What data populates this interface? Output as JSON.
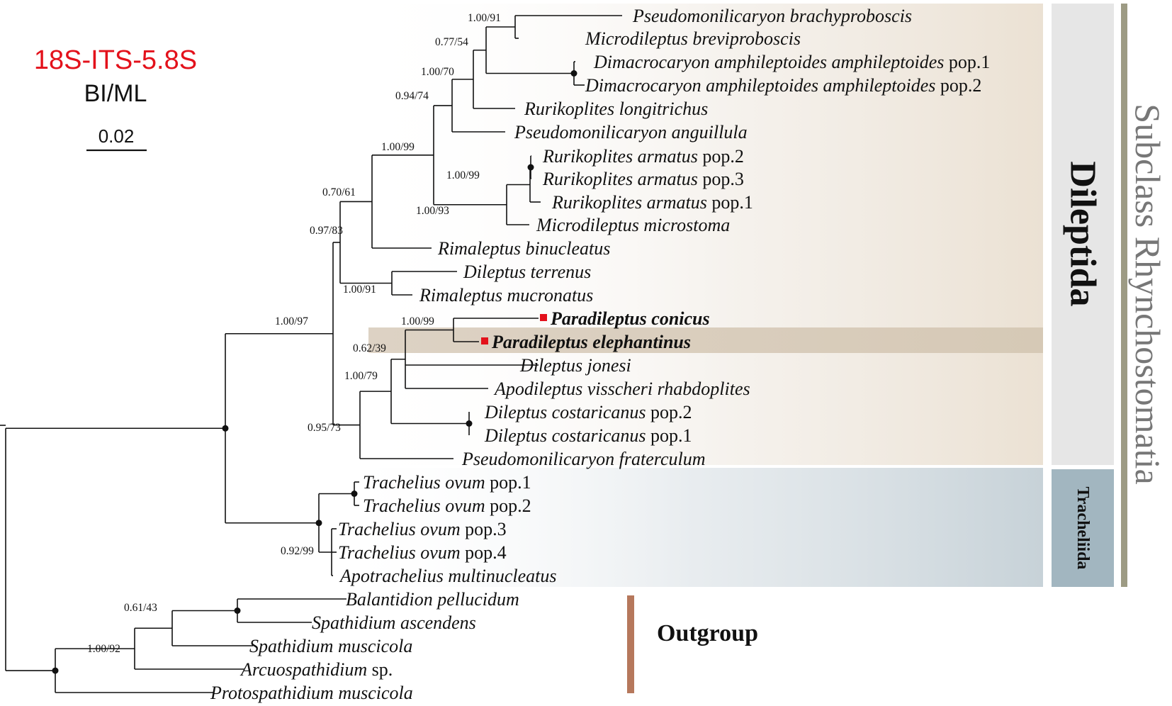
{
  "header": {
    "title": "18S-ITS-5.8S",
    "subtitle": "BI/ML",
    "scale_label": "0.02",
    "title_color": "#e3111b"
  },
  "clades": {
    "subclass": "Subclass  Rhynchostomatia",
    "dileptida": "Dileptida",
    "tracheliida": "Tracheliida",
    "outgroup": "Outgroup"
  },
  "colors": {
    "dileptida_bg": "#ece3d8",
    "dileptida_highlight": "#d8cbb9",
    "tracheliida_bg": "#c9d3d9",
    "dileptida_bar": "#e6e6e6",
    "tracheliida_bar": "#a2b6c0",
    "subclass_bar": "#9d9b84",
    "outgroup_bar": "#b6785c",
    "new_species_marker": "#e3111b"
  },
  "taxa": [
    {
      "name": "Pseudomonilicaryon brachyproboscis",
      "suffix": ""
    },
    {
      "name": "Microdileptus breviproboscis",
      "suffix": ""
    },
    {
      "name": "Dimacrocaryon amphileptoides amphileptoides",
      "suffix": " pop.1"
    },
    {
      "name": "Dimacrocaryon amphileptoides amphileptoides",
      "suffix": " pop.2"
    },
    {
      "name": "Rurikoplites longitrichus",
      "suffix": ""
    },
    {
      "name": "Pseudomonilicaryon anguillula",
      "suffix": ""
    },
    {
      "name": "Rurikoplites armatus",
      "suffix": " pop.2"
    },
    {
      "name": "Rurikoplites armatus",
      "suffix": " pop.3"
    },
    {
      "name": "Rurikoplites armatus",
      "suffix": " pop.1"
    },
    {
      "name": "Microdileptus microstoma",
      "suffix": ""
    },
    {
      "name": "Rimaleptus binucleatus",
      "suffix": ""
    },
    {
      "name": "Dileptus terrenus",
      "suffix": ""
    },
    {
      "name": "Rimaleptus mucronatus",
      "suffix": ""
    },
    {
      "name": "Paradileptus conicus",
      "suffix": "",
      "bold": true,
      "new": true
    },
    {
      "name": "Paradileptus elephantinus",
      "suffix": "",
      "bold": true,
      "new": true
    },
    {
      "name": "Dileptus jonesi",
      "suffix": ""
    },
    {
      "name": "Apodileptus visscheri rhabdoplites",
      "suffix": ""
    },
    {
      "name": "Dileptus costaricanus",
      "suffix": " pop.2"
    },
    {
      "name": "Dileptus costaricanus",
      "suffix": " pop.1"
    },
    {
      "name": "Pseudomonilicaryon fraterculum",
      "suffix": ""
    },
    {
      "name": "Trachelius ovum",
      "suffix": " pop.1"
    },
    {
      "name": "Trachelius ovum",
      "suffix": " pop.2"
    },
    {
      "name": "Trachelius ovum",
      "suffix": " pop.3"
    },
    {
      "name": "Trachelius ovum",
      "suffix": " pop.4"
    },
    {
      "name": "Apotrachelius multinucleatus",
      "suffix": ""
    },
    {
      "name": "Balantidion pellucidum",
      "suffix": ""
    },
    {
      "name": "Spathidium ascendens",
      "suffix": ""
    },
    {
      "name": "Spathidium muscicola",
      "suffix": ""
    },
    {
      "name": "Arcuospathidium",
      "suffix": " sp."
    },
    {
      "name": "Protospathidium muscicola",
      "suffix": ""
    }
  ],
  "support_values": [
    "1.00/91",
    "0.77/54",
    "1.00/70",
    "0.94/74",
    "1.00/99",
    "1.00/99",
    "1.00/93",
    "0.70/61",
    "0.97/83",
    "1.00/91",
    "1.00/99",
    "0.62/39",
    "1.00/79",
    "0.95/73",
    "1.00/97",
    "0.92/99",
    "0.61/43",
    "1.00/92"
  ]
}
